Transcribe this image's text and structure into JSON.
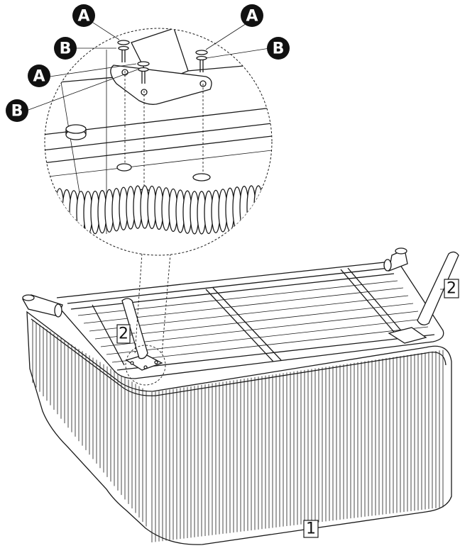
{
  "callouts": {
    "screw": "A",
    "washer": "B"
  },
  "part_numbers": {
    "table_body": "1",
    "leg": "2"
  },
  "colors": {
    "line": "#1a1a1a",
    "bubble_fill": "#111111",
    "background": "#ffffff"
  }
}
